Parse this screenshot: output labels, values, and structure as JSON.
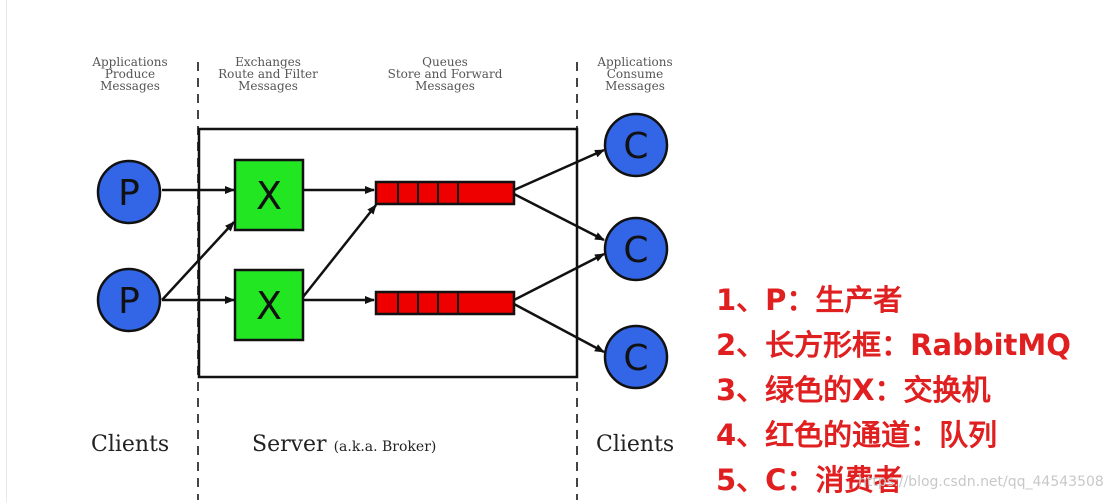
{
  "headers": {
    "producers": [
      "Applications",
      "Produce",
      "Messages"
    ],
    "exchanges": [
      "Exchanges",
      "Route and Filter",
      "Messages"
    ],
    "queues": [
      "Queues",
      "Store and Forward",
      "Messages"
    ],
    "consumers": [
      "Applications",
      "Consume",
      "Messages"
    ]
  },
  "footer": {
    "clients_left": "Clients",
    "server": "Server",
    "server_note": "(a.k.a. Broker)",
    "clients_right": "Clients"
  },
  "nodes": {
    "producer_label": "P",
    "exchange_label": "X",
    "consumer_label": "C"
  },
  "legend": [
    "1、P：生产者",
    "2、长方形框：RabbitMQ",
    "3、绿色的X：交换机",
    "4、红色的通道：队列",
    "5、C：消费者"
  ],
  "watermark": "https://blog.csdn.net/qq_44543508",
  "colors": {
    "producer": "#3366e6",
    "consumer": "#3366e6",
    "exchange": "#22e622",
    "queue": "#ee0000",
    "legend_text": "#e02020"
  }
}
